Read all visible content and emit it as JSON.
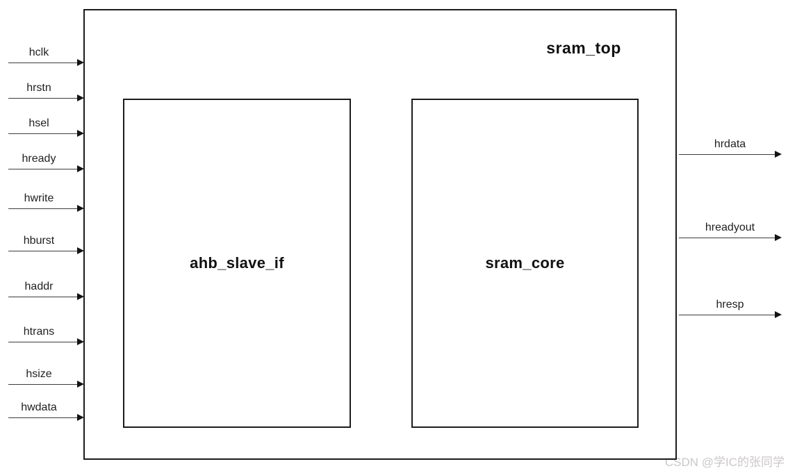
{
  "diagram": {
    "title": "sram_top",
    "blocks": {
      "left": "ahb_slave_if",
      "right": "sram_core"
    },
    "inputs": [
      "hclk",
      "hrstn",
      "hsel",
      "hready",
      "hwrite",
      "hburst",
      "haddr",
      "htrans",
      "hsize",
      "hwdata"
    ],
    "outputs": [
      "hrdata",
      "hreadyout",
      "hresp"
    ]
  },
  "watermark": "CSDN @学IC的张同学",
  "colors": {
    "border": "#1b1b1b",
    "arrow_line": "#3c3c3c",
    "text": "#111111",
    "watermark": "#cbc7c7"
  }
}
